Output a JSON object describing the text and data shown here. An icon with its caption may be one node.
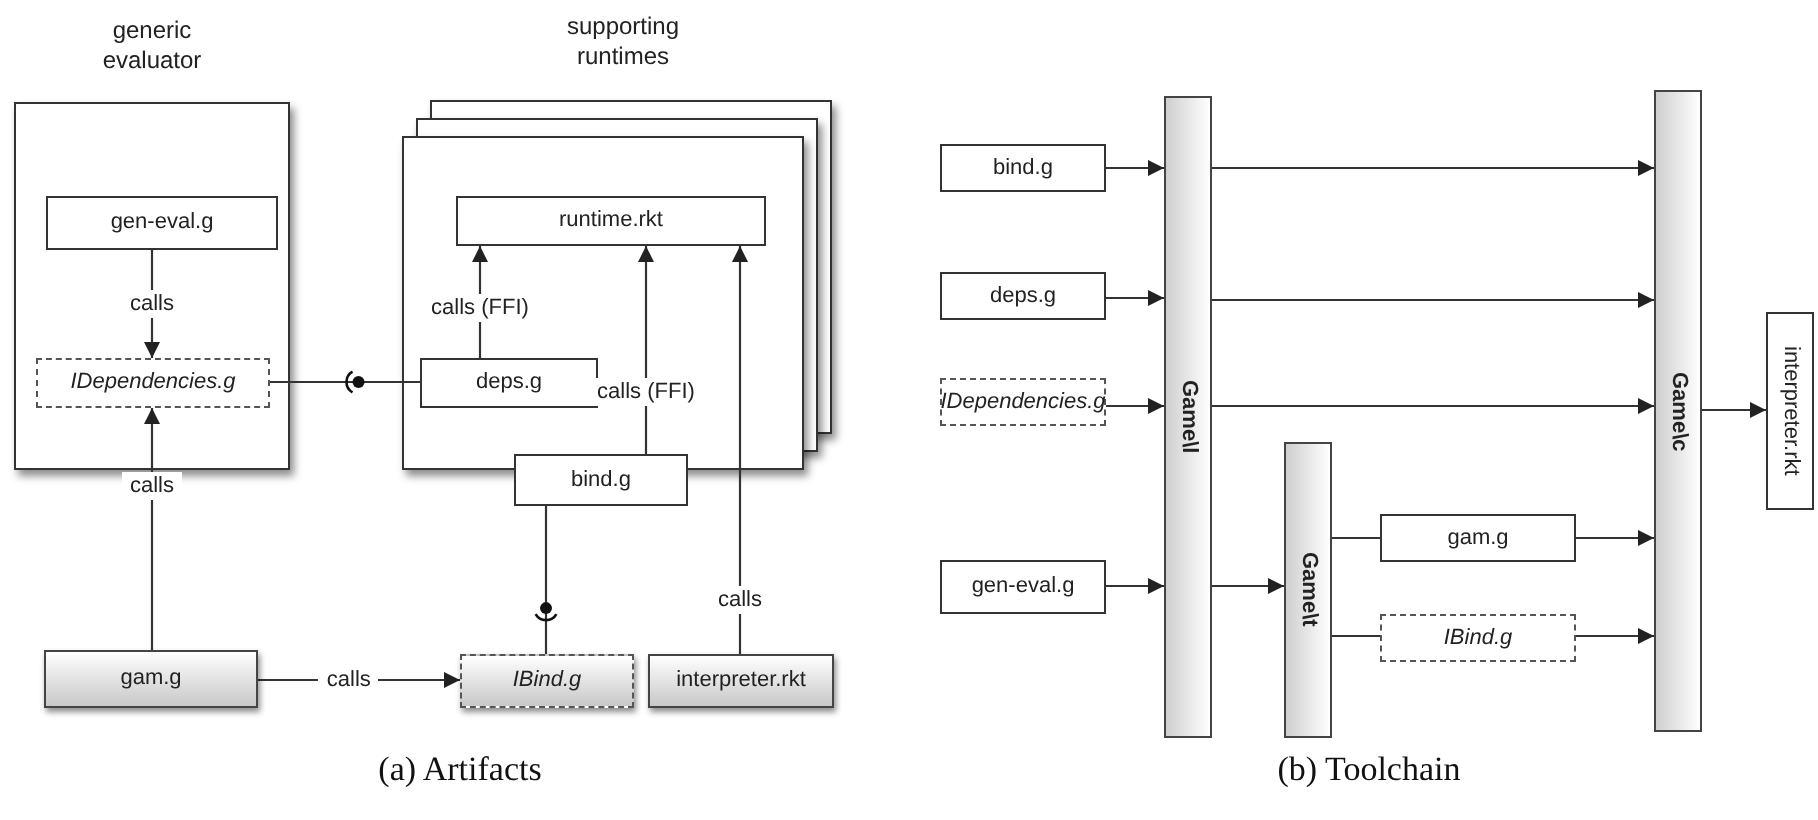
{
  "diagram": {
    "nodes": [
      {
        "text": [
          "generic evaluator"
        ]
      },
      {
        "text": [
          "gen-eval.g"
        ],
        "in": 0
      },
      {
        "text": [
          "IDependencies.g"
        ],
        "in": 0
      },
      {
        "text": [
          "supporting runtimes"
        ]
      },
      {
        "text": [
          "runtime.rkt"
        ],
        "in": 3
      },
      {
        "text": [
          "deps.g"
        ],
        "in": 3
      },
      {
        "text": [
          "bind.g"
        ]
      },
      {
        "text": [
          "gam.g"
        ]
      },
      {
        "text": [
          "IBind.g"
        ]
      },
      {
        "text": [
          "interpreter.rkt"
        ]
      },
      {
        "text": [
          "bind.g"
        ]
      },
      {
        "text": [
          "deps.g"
        ]
      },
      {
        "text": [
          "IDependencies.g"
        ]
      },
      {
        "text": [
          "gen-eval.g"
        ]
      },
      {
        "text": [
          "Game\\l"
        ]
      },
      {
        "text": [
          "Game\\t"
        ]
      },
      {
        "text": [
          "gam.g"
        ]
      },
      {
        "text": [
          "*IBind*.g"
        ]
      },
      {
        "text": [
          "Game\\c"
        ]
      },
      {
        "text": [
          "interpreter.rkt"
        ]
      }
    ],
    "edges": [
      {
        "from": 1,
        "to": 2,
        "arrow": "to",
        "label": "calls"
      },
      {
        "from": 7,
        "to": 2,
        "arrow": "to",
        "label": "calls"
      },
      {
        "from": 5,
        "to": 2,
        "arrow": "other"
      },
      {
        "from": 5,
        "to": 4,
        "arrow": "to",
        "label": "calls (FFI)"
      },
      {
        "from": 6,
        "to": 4,
        "arrow": "to",
        "label": "calls (FFI)"
      },
      {
        "from": 6,
        "to": 8,
        "arrow": "other"
      },
      {
        "from": 9,
        "to": 4,
        "arrow": "to",
        "label": "calls"
      },
      {
        "from": 7,
        "to": 8,
        "arrow": "to",
        "label": "calls"
      },
      {
        "from": 10,
        "to": 14,
        "arrow": "to"
      },
      {
        "from": 11,
        "to": 14,
        "arrow": "to"
      },
      {
        "from": 12,
        "to": 14,
        "arrow": "to"
      },
      {
        "from": 13,
        "to": 14,
        "arrow": "to"
      },
      {
        "from": 14,
        "to": 18,
        "arrow": "to"
      },
      {
        "from": 14,
        "to": 18,
        "arrow": "to"
      },
      {
        "from": 14,
        "to": 18,
        "arrow": "to"
      },
      {
        "from": 14,
        "to": 15,
        "arrow": "to"
      },
      {
        "from": 15,
        "to": 16,
        "arrow": "none"
      },
      {
        "from": 15,
        "to": 17,
        "arrow": "none"
      },
      {
        "from": 16,
        "to": 18,
        "arrow": "to"
      },
      {
        "from": 17,
        "to": 18,
        "arrow": "to"
      },
      {
        "from": 18,
        "to": 19,
        "arrow": "to"
      }
    ],
    "labels": [
      "(a) Artifacts",
      "(b) Toolchain"
    ]
  }
}
